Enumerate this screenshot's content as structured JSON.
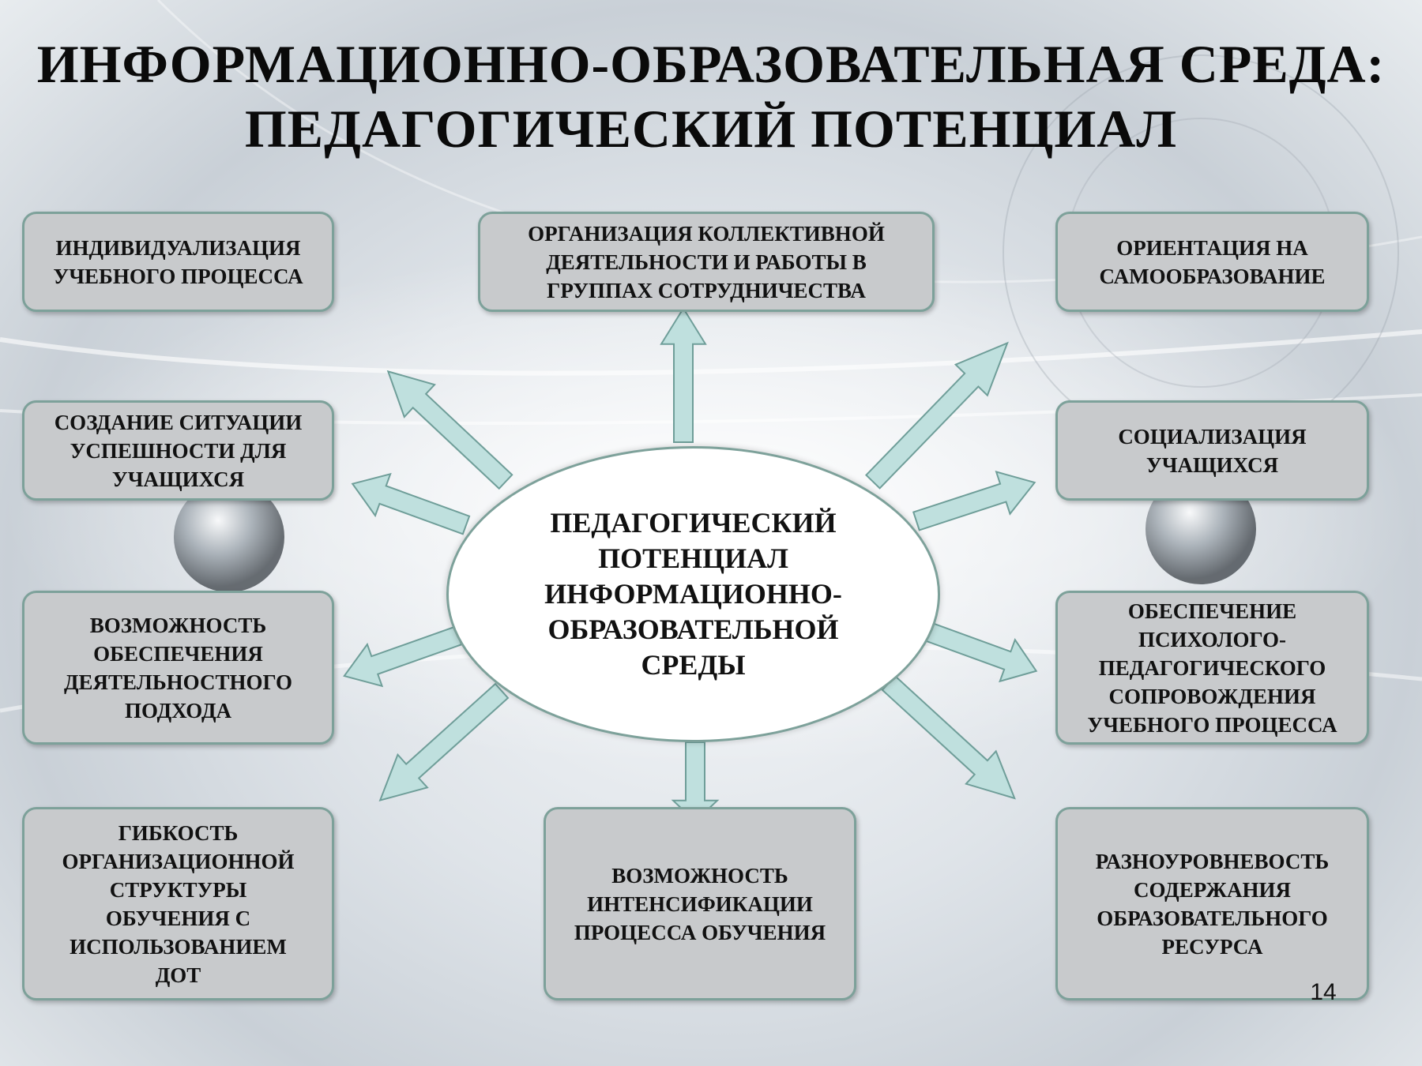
{
  "title": {
    "line1": "ИНФОРМАЦИОННО-ОБРАЗОВАТЕЛЬНАЯ СРЕДА:",
    "line2": "ПЕДАГОГИЧЕСКИЙ ПОТЕНЦИАЛ"
  },
  "center": {
    "label": "ПЕДАГОГИЧЕСКИЙ\nПОТЕНЦИАЛ\nИНФОРМАЦИОННО-\nОБРАЗОВАТЕЛЬНОЙ\nСРЕДЫ"
  },
  "nodes": [
    {
      "label": "ИНДИВИДУАЛИЗАЦИЯ\nУЧЕБНОГО ПРОЦЕССА"
    },
    {
      "label": "ОРГАНИЗАЦИЯ КОЛЛЕКТИВНОЙ\nДЕЯТЕЛЬНОСТИ И РАБОТЫ В\nГРУППАХ СОТРУДНИЧЕСТВА"
    },
    {
      "label": "ОРИЕНТАЦИЯ НА\nСАМООБРАЗОВАНИЕ"
    },
    {
      "label": "СОЗДАНИЕ СИТУАЦИИ\nУСПЕШНОСТИ ДЛЯ\nУЧАЩИХСЯ"
    },
    {
      "label": "СОЦИАЛИЗАЦИЯ\nУЧАЩИХСЯ"
    },
    {
      "label": "ВОЗМОЖНОСТЬ\nОБЕСПЕЧЕНИЯ\nДЕЯТЕЛЬНОСТНОГО\nПОДХОДА"
    },
    {
      "label": "ОБЕСПЕЧЕНИЕ\nПСИХОЛОГО-\nПЕДАГОГИЧЕСКОГО\nСОПРОВОЖДЕНИЯ\nУЧЕБНОГО ПРОЦЕССА"
    },
    {
      "label": "ГИБКОСТЬ\nОРГАНИЗАЦИОННОЙ\nСТРУКТУРЫ\nОБУЧЕНИЯ С\nИСПОЛЬЗОВАНИЕМ\nДОТ"
    },
    {
      "label": "ВОЗМОЖНОСТЬ\nИНТЕНСИФИКАЦИИ\nПРОЦЕССА ОБУЧЕНИЯ"
    },
    {
      "label": "РАЗНОУРОВНЕВОСТЬ\nСОДЕРЖАНИЯ\nОБРАЗОВАТЕЛЬНОГО\nРЕСУРСА"
    }
  ],
  "page_number": "14",
  "colors": {
    "box_fill": "#c8cacc",
    "box_border": "#7da19a",
    "arrow_fill": "#bfe0de",
    "arrow_stroke": "#6f9e99",
    "center_fill": "#ffffff"
  }
}
